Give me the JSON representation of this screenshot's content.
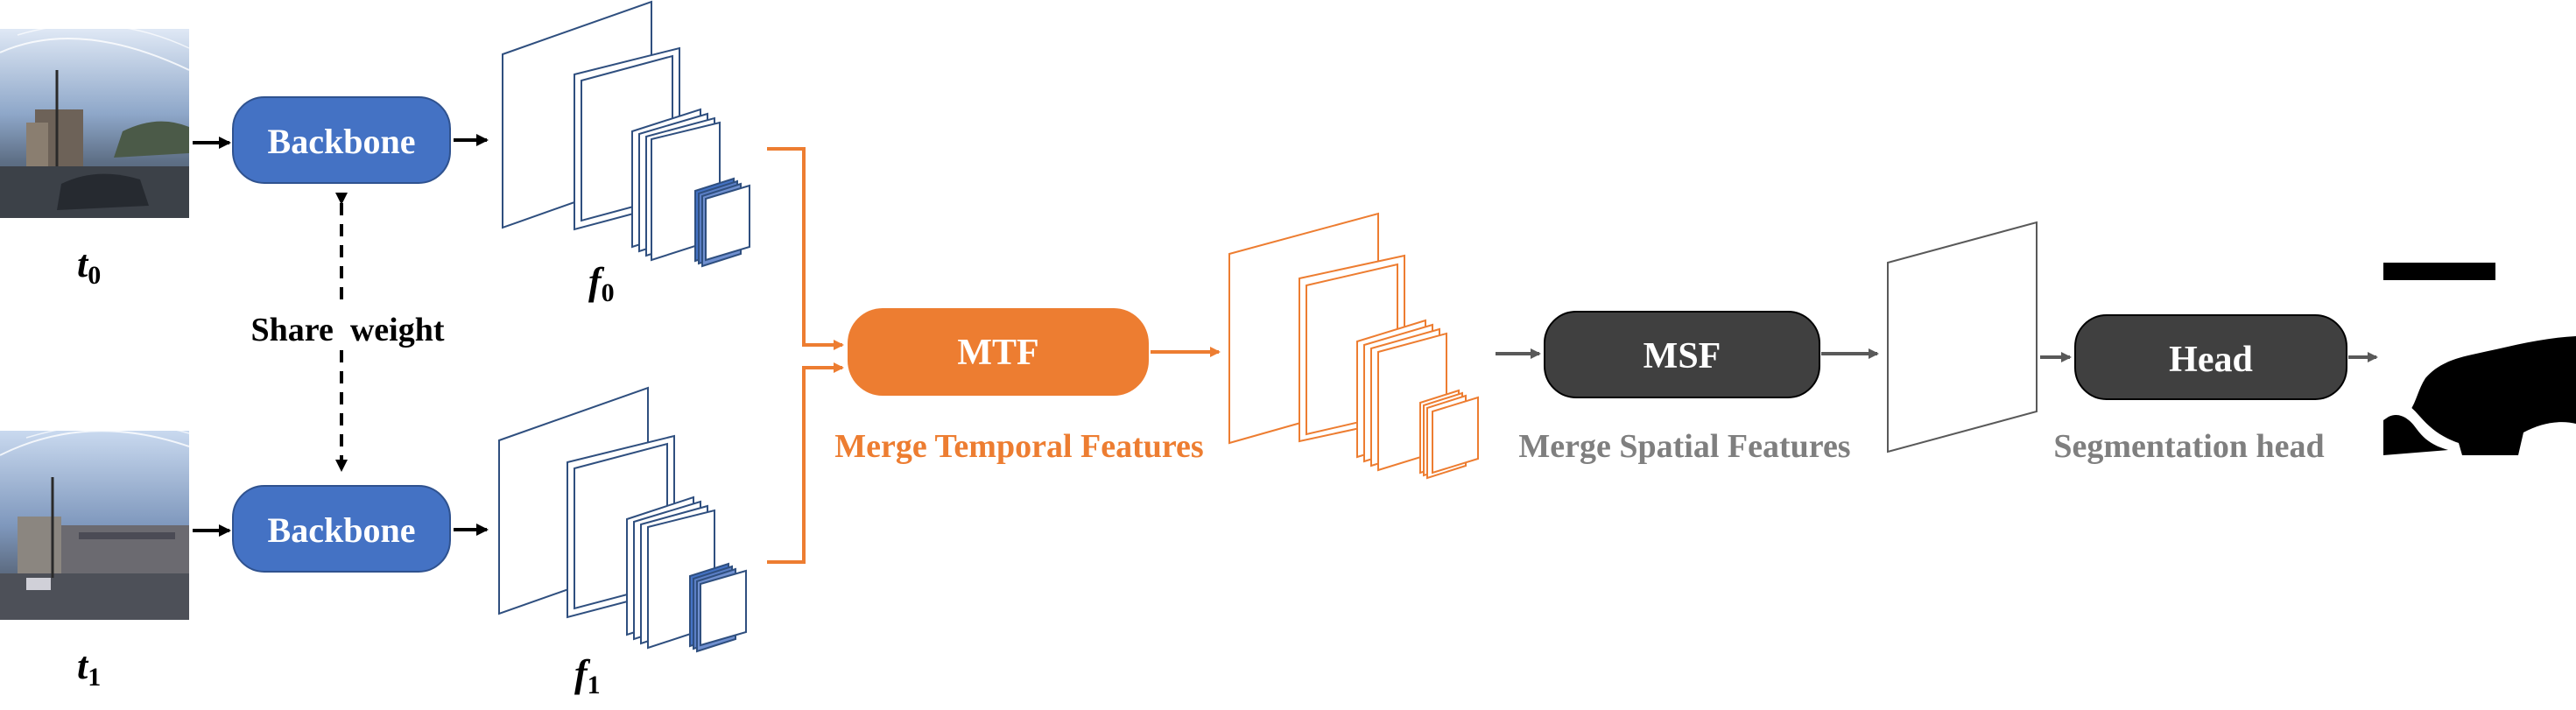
{
  "inputs": {
    "t0": {
      "label": "t",
      "sub": "0"
    },
    "t1": {
      "label": "t",
      "sub": "1"
    }
  },
  "backbone": {
    "label": "Backbone"
  },
  "share_weight": {
    "label": "Share  weight"
  },
  "features": {
    "f0": {
      "label": "f",
      "sub": "0"
    },
    "f1": {
      "label": "f",
      "sub": "1"
    }
  },
  "mtf": {
    "label": "MTF",
    "caption": "Merge Temporal Features"
  },
  "msf": {
    "label": "MSF",
    "caption": "Merge Spatial Features"
  },
  "head": {
    "label": "Head",
    "caption": "Segmentation head"
  },
  "colors": {
    "backbone_fill": "#4472c4",
    "backbone_text": "#ffffff",
    "mtf_fill": "#ed7d31",
    "dark_fill": "#404040",
    "gray_arrow": "#595959",
    "gray_text": "#7f7f7f",
    "feature_stroke": "#2f4f7f",
    "feature_stroke_orange": "#ed7d31",
    "black": "#000000"
  }
}
